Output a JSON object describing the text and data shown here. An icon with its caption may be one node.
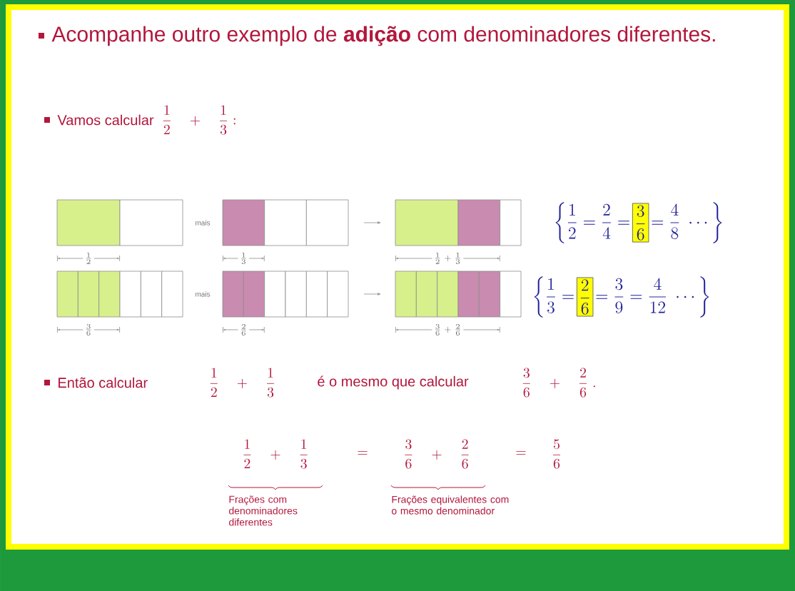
{
  "diagram": {
    "labels": [
      "Acompanhe outro exemplo de **adição** com denominadores diferentes.",
      "Vamos calcular",
      "\\frac{1}{2}\\quad+\\quad\\frac{1}{3}:",
      "mais",
      "\\left\\{\\frac{1}{2}=\\frac{2}{4}=\\right.",
      "\\frac{3}{6}",
      "\\left.=\\frac{4}{8}\\ \\cdots\\right\\}",
      "\\frac{1}{2}",
      "\\frac{1}{3}",
      "\\frac{1}{2}+\\frac{1}{3}",
      "mais",
      "\\left\\{\\frac{1}{3}=\\right.",
      "\\frac{2}{6}",
      "\\left.=\\frac{3}{9}=\\frac{4}{12}\\ \\cdots\\right\\}",
      "\\frac{3}{6}",
      "\\frac{2}{6}",
      "\\frac{3}{6}+\\frac{2}{6}",
      "Então calcular",
      "\\frac{1}{2}\\quad+\\quad\\frac{1}{3}",
      "é o mesmo que calcular",
      "\\frac{3}{6}\\quad+\\quad\\frac{2}{6}\\ .",
      "\\frac{1}{2}\\quad+\\quad\\frac{1}{3}",
      "=",
      "\\frac{3}{6}\\quad+\\quad\\frac{2}{6}",
      "=",
      "\\frac{5}{6}",
      "Frações com denominadores diferentes",
      "Frações equivalentes com o mesmo denominador"
    ]
  }
}
